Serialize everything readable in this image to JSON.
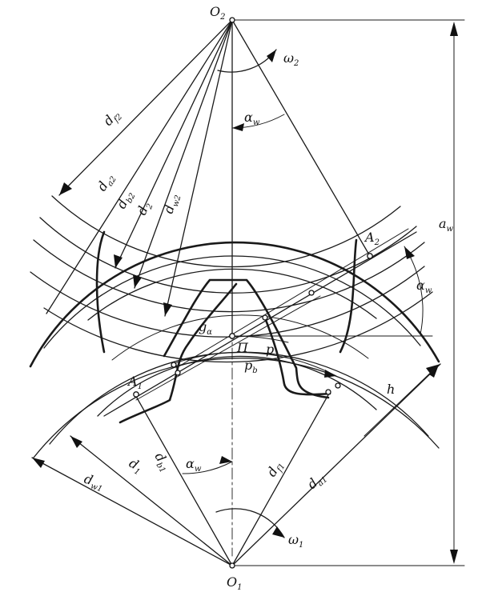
{
  "labels": {
    "o2": "O",
    "o2_sub": "2",
    "o1": "O",
    "o1_sub": "1",
    "omega2": "ω",
    "omega2_sub": "2",
    "omega1": "ω",
    "omega1_sub": "1",
    "alpha_w_top": "α",
    "alpha_w_top_sub": "w",
    "alpha_w_right": "α",
    "alpha_w_right_sub": "w",
    "alpha_w_bottom": "α",
    "alpha_w_bottom_sub": "w",
    "a_w": "a",
    "a_w_sub": "w",
    "df2": "d",
    "df2_sub": "f2",
    "da2": "d",
    "da2_sub": "a2",
    "db2": "d",
    "db2_sub": "b2",
    "d2": "d",
    "d2_sub": "2",
    "dw2": "d",
    "dw2_sub": "w2",
    "dw1": "d",
    "dw1_sub": "w1",
    "d1": "d",
    "d1_sub": "1",
    "db1": "d",
    "db1_sub": "b1",
    "df1": "d",
    "df1_sub": "f1",
    "da1": "d",
    "da1_sub": "a1",
    "a1": "A",
    "a1_sub": "1",
    "a2": "A",
    "a2_sub": "2",
    "ga": "g",
    "ga_sub": "α",
    "pi": "П",
    "p": "p",
    "pb": "p",
    "pb_sub": "b",
    "h": "h"
  }
}
